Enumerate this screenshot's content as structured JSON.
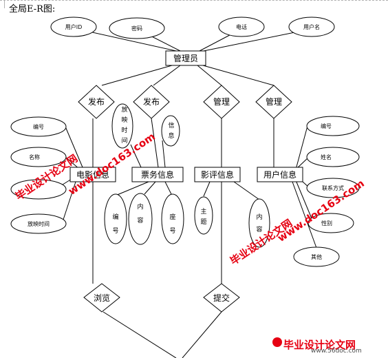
{
  "title": "全局E-R图:",
  "manager": "管理员",
  "relationships": {
    "publish1": "发布",
    "publish2": "发布",
    "manage1": "管理",
    "manage2": "管理",
    "browse": "浏览",
    "submit": "提交"
  },
  "entities": {
    "movie": "电影信息",
    "ticket": "票务信息",
    "review": "影评信息",
    "user": "用户信息"
  },
  "attributes": {
    "admin_id": "用户ID",
    "admin_pwd": "密码",
    "admin_phone": "电话",
    "admin_name": "用户名",
    "movie_no": "编号",
    "movie_name": "名称",
    "movie_time": "放映时间",
    "ticket_time": [
      "放",
      "映",
      "时",
      "间"
    ],
    "ticket_info": [
      "信",
      "息"
    ],
    "ticket_no": [
      "编",
      "号"
    ],
    "ticket_content": [
      "内",
      "容"
    ],
    "ticket_seat": [
      "座",
      "号"
    ],
    "review_subject": [
      "主",
      "题"
    ],
    "review_content": [
      "内",
      "容"
    ],
    "user_no": "编号",
    "user_name": "姓名",
    "user_contact": "联系方式",
    "user_gender": "性别",
    "user_other": "其他"
  },
  "watermark": {
    "part1": "毕业设计论文网",
    "part2": "www.doc163.com",
    "footer_brand": "毕业设计论文网",
    "footer_url": "www.56doc.com"
  }
}
